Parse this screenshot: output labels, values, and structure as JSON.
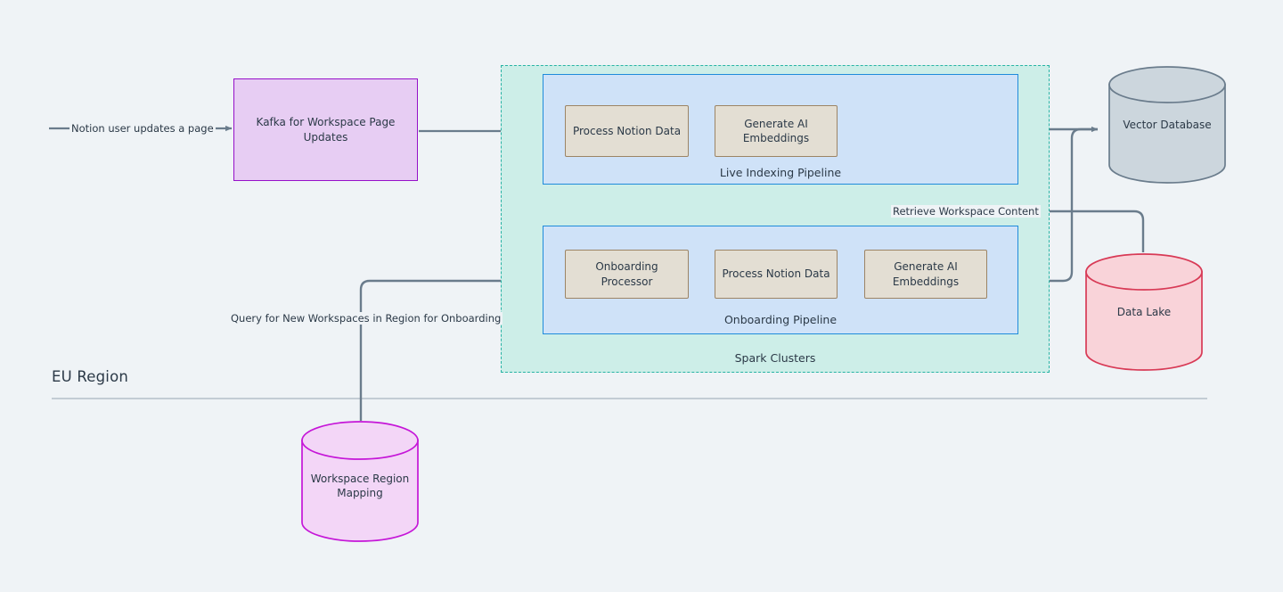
{
  "diagram": {
    "region": {
      "title": "EU Region"
    },
    "groups": {
      "spark_clusters": {
        "label": "Spark Clusters"
      },
      "live_indexing": {
        "label": "Live Indexing Pipeline",
        "steps": [
          {
            "label": "Process Notion Data"
          },
          {
            "label": "Generate AI\nEmbeddings"
          }
        ]
      },
      "onboarding": {
        "label": "Onboarding Pipeline",
        "steps": [
          {
            "label": "Onboarding\nProcessor"
          },
          {
            "label": "Process Notion Data"
          },
          {
            "label": "Generate AI\nEmbeddings"
          }
        ]
      }
    },
    "nodes": {
      "kafka": {
        "label": "Kafka for Workspace Page\nUpdates"
      },
      "vector_database": {
        "label": "Vector Database"
      },
      "data_lake": {
        "label": "Data Lake"
      },
      "workspace_region_mapping": {
        "label": "Workspace Region\nMapping"
      }
    },
    "edges": {
      "user_update": {
        "label": "Notion user updates a page"
      },
      "retrieve_content": {
        "label": "Retrieve Workspace Content"
      },
      "query_new_workspaces": {
        "label": "Query for New Workspaces in Region for Onboarding"
      }
    },
    "colors": {
      "background": "#eff3f6",
      "spark_fill": "#cdeee8",
      "spark_border": "#27b3a4",
      "pipeline_fill": "#cfe2f8",
      "pipeline_border": "#1f8bdb",
      "process_fill": "#e3ded3",
      "process_border": "#9c8465",
      "kafka_fill": "#e7cdf3",
      "kafka_border": "#9610c9",
      "vector_db_fill": "#ccd6dd",
      "vector_db_border": "#6a7c8c",
      "data_lake_fill": "#f9d3d9",
      "data_lake_border": "#d83a56",
      "mapping_fill": "#f3d6f7",
      "mapping_border": "#c516d8",
      "connector": "#6a7c8c",
      "text": "#2b3947"
    }
  }
}
